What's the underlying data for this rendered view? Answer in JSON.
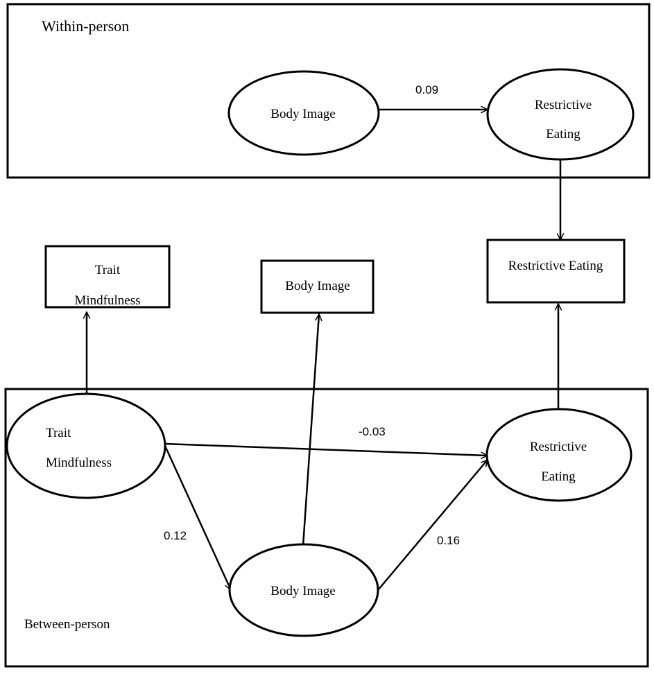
{
  "sections": {
    "within": {
      "title": "Within-person"
    },
    "between": {
      "title": "Between-person"
    }
  },
  "within_nodes": {
    "body_image": {
      "label": "Body Image"
    },
    "restrictive_eating": {
      "line1": "Restrictive",
      "line2": "Eating"
    }
  },
  "between_indicators": {
    "trait_mindfulness": {
      "line1": "Trait",
      "line2": "Mindfulness"
    },
    "body_image": {
      "label": "Body Image"
    },
    "restrictive_eating": {
      "label": "Restrictive Eating"
    }
  },
  "between_nodes": {
    "trait_mindfulness": {
      "line1": "Trait",
      "line2": "Mindfulness"
    },
    "body_image": {
      "label": "Body Image"
    },
    "restrictive_eating": {
      "line1": "Restrictive",
      "line2": "Eating"
    }
  },
  "paths": {
    "within_body_to_restrictive": "0.09",
    "mindfulness_to_restrictive": "-0.03",
    "mindfulness_to_body": "0.12",
    "body_to_restrictive": "0.16"
  }
}
